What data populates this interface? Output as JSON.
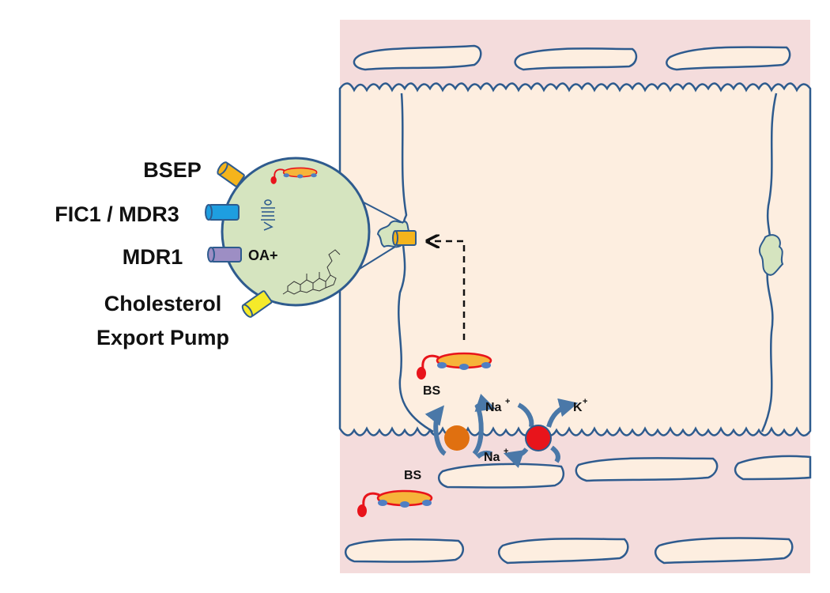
{
  "labels": {
    "bsep": "BSEP",
    "fic1_mdr3": "FIC1 / MDR3",
    "mdr1": "MDR1",
    "chol_line1": "Cholesterol",
    "chol_line2": "Export Pump",
    "oa": "OA+",
    "bs_top": "BS",
    "bs_bottom": "BS",
    "na_top": "Na",
    "na_bottom": "Na",
    "k": "K",
    "plus": "+"
  },
  "colors": {
    "tissue_bg": "#f4dcdc",
    "cell_fill": "#fdeee0",
    "membrane": "#2e5b8e",
    "zoom_fill": "#d5e4bf",
    "bsep_transporter": "#f4b41c",
    "fic1_mdr3_transporter": "#1e9ee0",
    "mdr1_transporter": "#9d8ec4",
    "cholesterol_pump": "#f5ea2a",
    "bile_salt_body": "#f6b43a",
    "bile_salt_tail": "#e8141b",
    "bead": "#4f7fc4",
    "ntcp_symporter": "#e07010",
    "na_k_pump": "#e8141b",
    "arrow": "#4a78a8"
  }
}
